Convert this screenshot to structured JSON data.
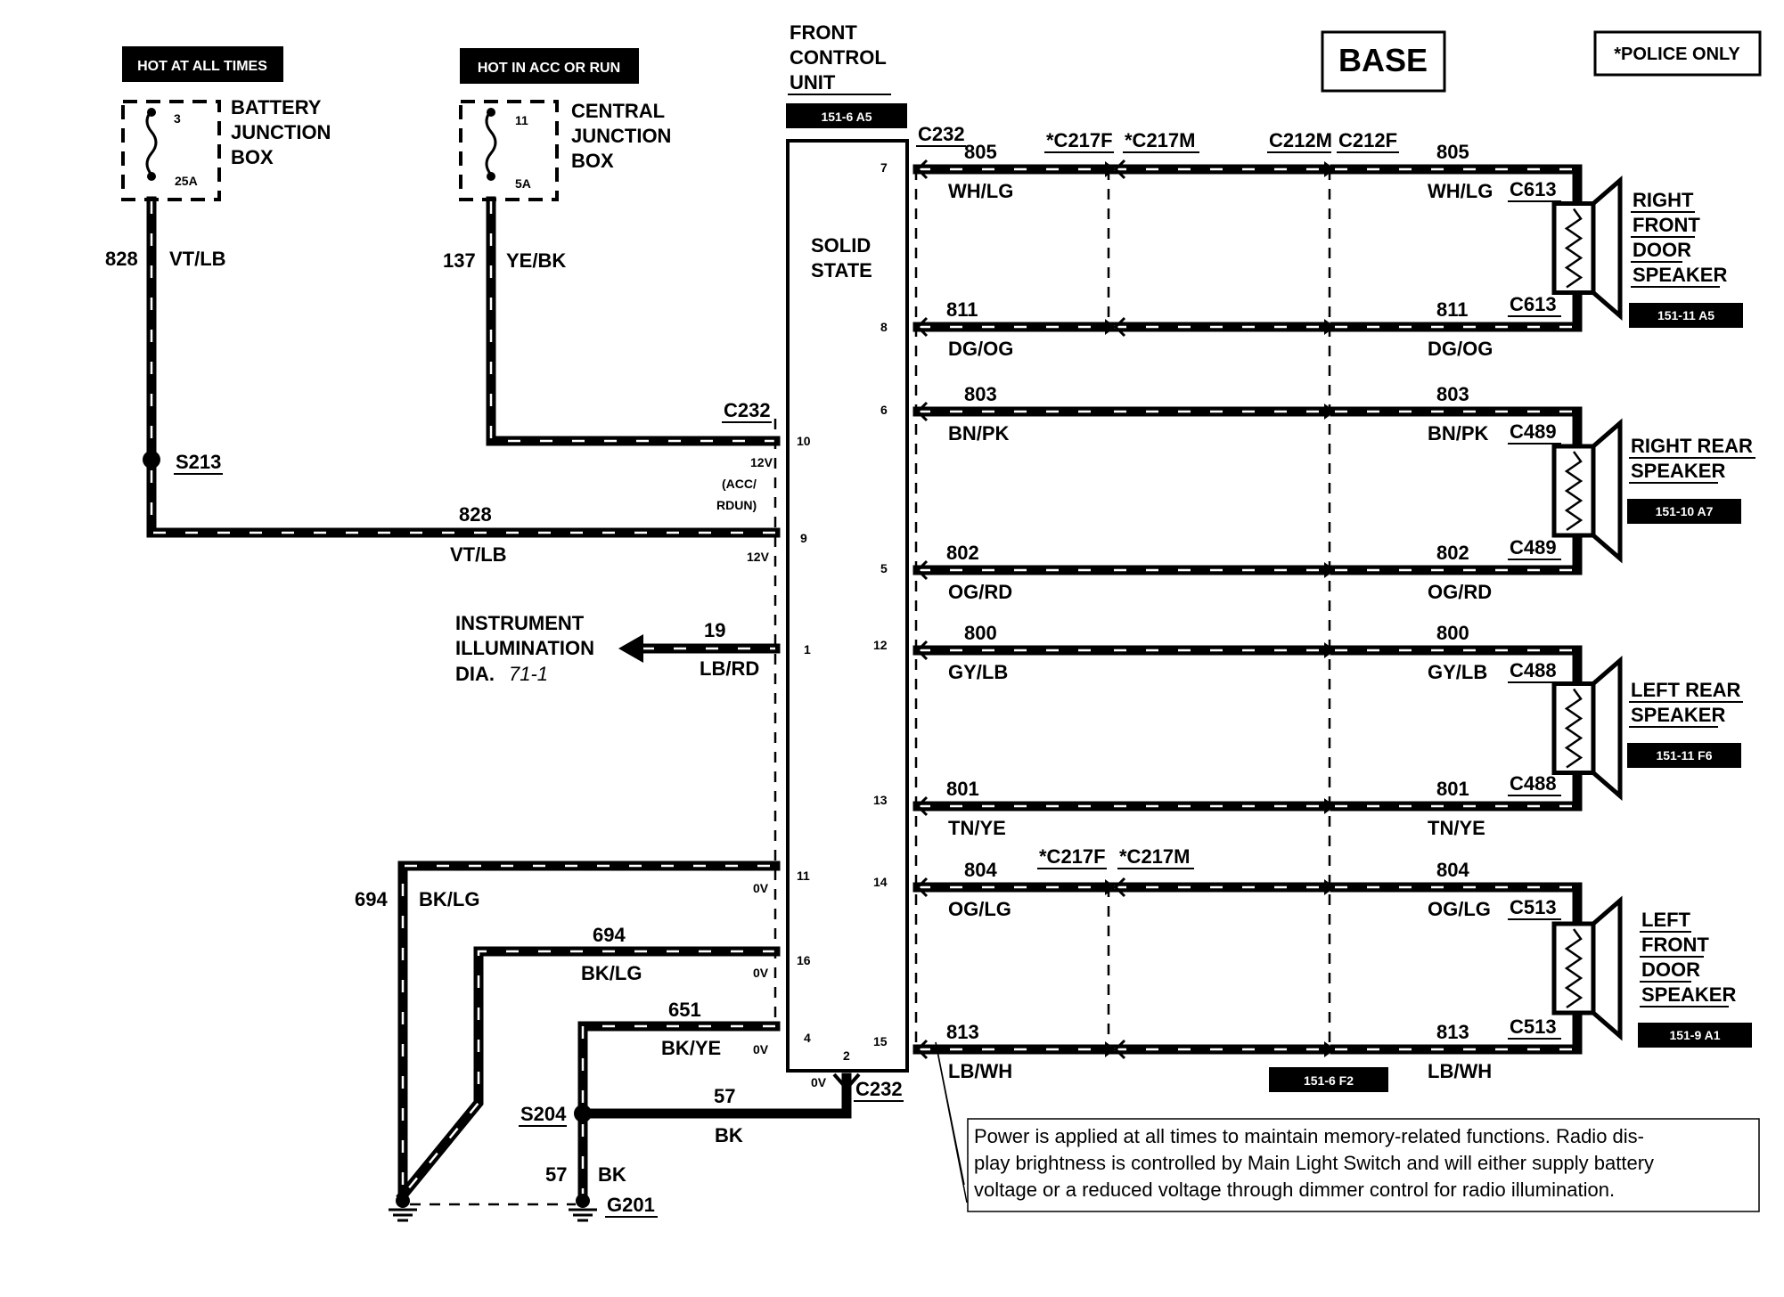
{
  "header": {
    "hot_at_all_times": "HOT AT ALL TIMES",
    "hot_in_acc_or_run": "HOT IN ACC OR RUN",
    "base": "BASE",
    "police_only": "*POLICE ONLY"
  },
  "battery_junction_box": {
    "line1": "BATTERY",
    "line2": "JUNCTION",
    "line3": "BOX",
    "fuse_number": "3",
    "fuse_rating": "25A"
  },
  "central_junction_box": {
    "line1": "CENTRAL",
    "line2": "JUNCTION",
    "line3": "BOX",
    "fuse_number": "11",
    "fuse_rating": "5A"
  },
  "front_control_unit": {
    "line1": "FRONT",
    "line2": "CONTROL",
    "line3": "UNIT",
    "ref": "151-6 A5",
    "inner_line1": "SOLID",
    "inner_line2": "STATE",
    "pins_left": [
      "10",
      "9",
      "1",
      "11",
      "16",
      "4",
      "2"
    ],
    "pins_right": [
      "7",
      "8",
      "6",
      "5",
      "12",
      "13",
      "14",
      "15"
    ]
  },
  "left_side": {
    "wire_828_num": "828",
    "wire_828_color": "VT/LB",
    "wire_137_num": "137",
    "wire_137_color": "YE/BK",
    "splice_s213": "S213",
    "c232_upper": "C232",
    "v12_acc_line1": "12V",
    "v12_acc_line2": "(ACC/",
    "v12_acc_line3": "RDUN)",
    "v12": "12V",
    "instrument_line1": "INSTRUMENT",
    "instrument_line2": "ILLUMINATION",
    "instrument_line3": "DIA.",
    "instrument_dia": "71-1",
    "wire_19_num": "19",
    "wire_19_color": "LB/RD",
    "wire_694a_num": "694",
    "wire_694a_color": "BK/LG",
    "wire_694b_num": "694",
    "wire_694b_color": "BK/LG",
    "wire_651_num": "651",
    "wire_651_color": "BK/YE",
    "ov1": "0V",
    "ov2": "0V",
    "ov3": "0V",
    "ov4": "0V",
    "wire_57a_num": "57",
    "wire_57a_color": "BK",
    "wire_57b_num": "57",
    "wire_57b_color": "BK",
    "splice_s204": "S204",
    "ground_g201": "G201",
    "c232_lower": "C232"
  },
  "connectors": {
    "c232": "C232",
    "c217f": "*C217F",
    "c217m": "*C217M",
    "c212m": "C212M",
    "c212f": "C212F",
    "c217f_lower": "*C217F",
    "c217m_lower": "*C217M"
  },
  "speaker_wires": [
    {
      "num_left": "805",
      "color_left": "WH/LG",
      "num_right": "805",
      "color_right": "WH/LG",
      "conn": "C613"
    },
    {
      "num_left": "811",
      "color_left": "DG/OG",
      "num_right": "811",
      "color_right": "DG/OG",
      "conn": "C613"
    },
    {
      "num_left": "803",
      "color_left": "BN/PK",
      "num_right": "803",
      "color_right": "BN/PK",
      "conn": "C489"
    },
    {
      "num_left": "802",
      "color_left": "OG/RD",
      "num_right": "802",
      "color_right": "OG/RD",
      "conn": "C489"
    },
    {
      "num_left": "800",
      "color_left": "GY/LB",
      "num_right": "800",
      "color_right": "GY/LB",
      "conn": "C488"
    },
    {
      "num_left": "801",
      "color_left": "TN/YE",
      "num_right": "801",
      "color_right": "TN/YE",
      "conn": "C488"
    },
    {
      "num_left": "804",
      "color_left": "OG/LG",
      "num_right": "804",
      "color_right": "OG/LG",
      "conn": "C513"
    },
    {
      "num_left": "813",
      "color_left": "LB/WH",
      "num_right": "813",
      "color_right": "LB/WH",
      "conn": "C513"
    }
  ],
  "speakers": [
    {
      "lines": [
        "RIGHT",
        "FRONT",
        "DOOR",
        "SPEAKER"
      ],
      "ref": "151-11 A5"
    },
    {
      "lines": [
        "RIGHT REAR",
        "SPEAKER"
      ],
      "ref": "151-10 A7"
    },
    {
      "lines": [
        "LEFT REAR",
        "SPEAKER"
      ],
      "ref": "151-11 F6"
    },
    {
      "lines": [
        "LEFT",
        "FRONT",
        "DOOR",
        "SPEAKER"
      ],
      "ref": "151-9 A1"
    }
  ],
  "ref_bottom": "151-6 F2",
  "note": {
    "line1": "Power is applied at all times to maintain memory-related functions.  Radio dis-",
    "line2": "play brightness is controlled by Main Light Switch and will either supply battery",
    "line3": "voltage or a reduced voltage through dimmer control for radio illumination."
  }
}
